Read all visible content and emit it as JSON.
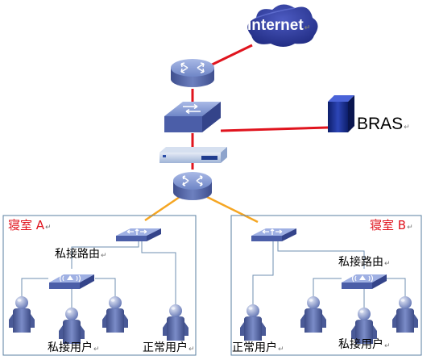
{
  "labels": {
    "internet": "Internet",
    "bras": "BRAS",
    "dorm_a": "寝室 A",
    "dorm_b": "寝室 B",
    "private_router_a": "私接路由",
    "private_router_b": "私接路由",
    "private_users_a": "私接用户",
    "private_users_b": "私接用户",
    "normal_user_a": "正常用户",
    "normal_user_b": "正常用户"
  },
  "colors": {
    "wan_link": "#e0141e",
    "dorm_link": "#f5a623",
    "lan_link": "#6f8fb0",
    "dorm_frame": "#5a7fa0",
    "room_label": "#e0141e",
    "device_blue": "#6f86c7",
    "cloud": "#2f3d9a"
  },
  "icons": [
    "cloud-icon",
    "core-router-icon",
    "switch-icon",
    "gateway-appliance-icon",
    "server-icon",
    "router-icon",
    "wireless-router-icon",
    "user-icon"
  ]
}
